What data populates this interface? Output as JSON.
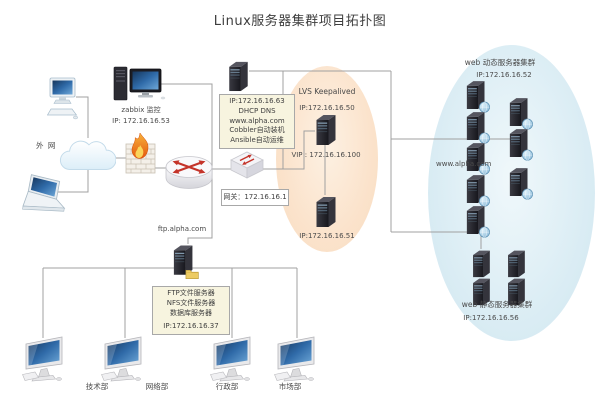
{
  "title": "Linux服务器集群项目拓扑图",
  "external": {
    "label": "外 网"
  },
  "zabbix": {
    "label": "zabbix 监控",
    "ip": "IP: 172.16.16.53"
  },
  "admin_server": {
    "lines": [
      "IP:172.16.16.63",
      "DHCP DNS",
      "www.alpha.com",
      "Cobbler自动装机",
      "Ansible自动运维"
    ]
  },
  "gateway": {
    "label": "网关：172.16.16.1"
  },
  "lvs": {
    "title": "LVS Keepalived",
    "ip_master": "IP:172.16.16.50",
    "vip": "VIP : 172.16.16.100",
    "ip_backup": "IP:172.16.16.51"
  },
  "web_cluster": {
    "dynamic_title": "web 动态服务器集群",
    "dynamic_ip": "IP:172.16.16.52",
    "domain": "www.alpha.com",
    "static_title": "web 静态服务器集群",
    "static_ip": "IP:172.16.16.56"
  },
  "ftp": {
    "domain": "ftp.alpha.com",
    "lines": [
      "FTP文件服务器",
      "NFS文件服务器",
      "数据库服务器"
    ],
    "ip": "IP:172.16.16.37"
  },
  "departments": [
    "技术部",
    "网络部",
    "行政部",
    "市场部"
  ],
  "colors": {
    "lvs_ellipse": "#fbe3cc",
    "web_ellipse": "#d6eaf2",
    "note_bg": "#f7f4df",
    "line": "#a0a0a0",
    "arrow_red": "#c4342a"
  }
}
